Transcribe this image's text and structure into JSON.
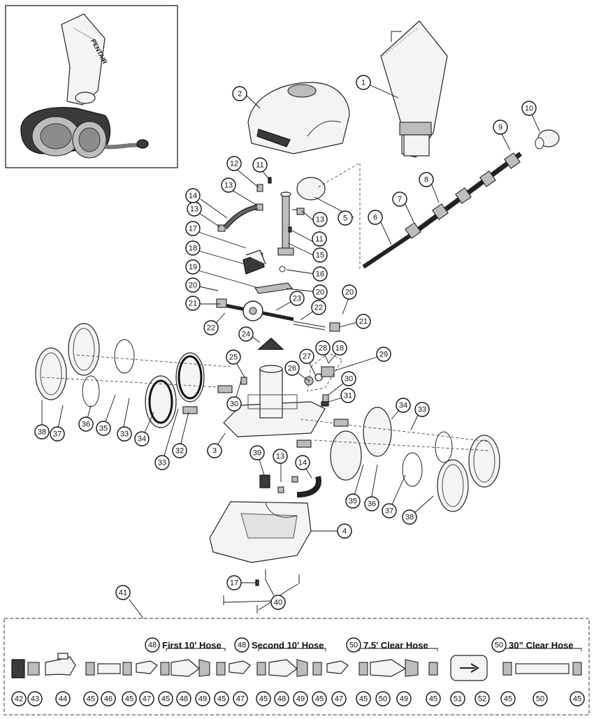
{
  "inset": {
    "brand": "PENTAIR"
  },
  "hose_labels": [
    {
      "ref": "48",
      "text": "First 10' Hose"
    },
    {
      "ref": "48",
      "text": "Second 10' Hose"
    },
    {
      "ref": "50",
      "text": "7.5' Clear Hose"
    },
    {
      "ref": "50",
      "text": "30” Clear Hose"
    }
  ],
  "callouts": [
    "1",
    "2",
    "3",
    "4",
    "5",
    "6",
    "7",
    "8",
    "9",
    "10",
    "11",
    "11",
    "12",
    "13",
    "13",
    "13",
    "13",
    "14",
    "14",
    "15",
    "16",
    "17",
    "17",
    "18",
    "18",
    "19",
    "20",
    "20",
    "20",
    "21",
    "21",
    "22",
    "22",
    "23",
    "24",
    "25",
    "26",
    "27",
    "28",
    "29",
    "30",
    "30",
    "31",
    "32",
    "33",
    "33",
    "33",
    "34",
    "34",
    "35",
    "35",
    "36",
    "36",
    "37",
    "37",
    "38",
    "38",
    "39",
    "40",
    "41",
    "42",
    "43",
    "44",
    "45",
    "46",
    "45",
    "47",
    "45",
    "48",
    "49",
    "45",
    "47",
    "45",
    "48",
    "49",
    "45",
    "47",
    "45",
    "50",
    "49",
    "45",
    "51",
    "52",
    "45",
    "50",
    "45"
  ]
}
